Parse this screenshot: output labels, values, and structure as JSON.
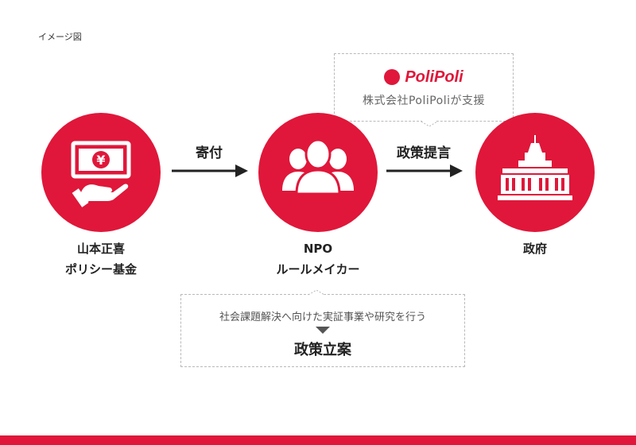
{
  "caption": "イメージ図",
  "nodes": [
    {
      "line1": "山本正喜",
      "line2": "ポリシー基金",
      "icon": "money-hand-icon"
    },
    {
      "line1": "NPO",
      "line2": "ルールメイカー",
      "icon": "people-group-icon"
    },
    {
      "line1": "政府",
      "line2": "",
      "icon": "government-building-icon"
    }
  ],
  "edges": [
    {
      "label": "寄付"
    },
    {
      "label": "政策提言"
    }
  ],
  "support": {
    "logo_text": "PoliPoli",
    "text": "株式会社PoliPoliが支援"
  },
  "policy": {
    "text": "社会課題解決へ向けた実証事業や研究を行う",
    "title": "政策立案"
  },
  "colors": {
    "accent": "#e0173a",
    "text": "#222222",
    "muted": "#666666",
    "dashed_border": "#b9b9b9"
  }
}
